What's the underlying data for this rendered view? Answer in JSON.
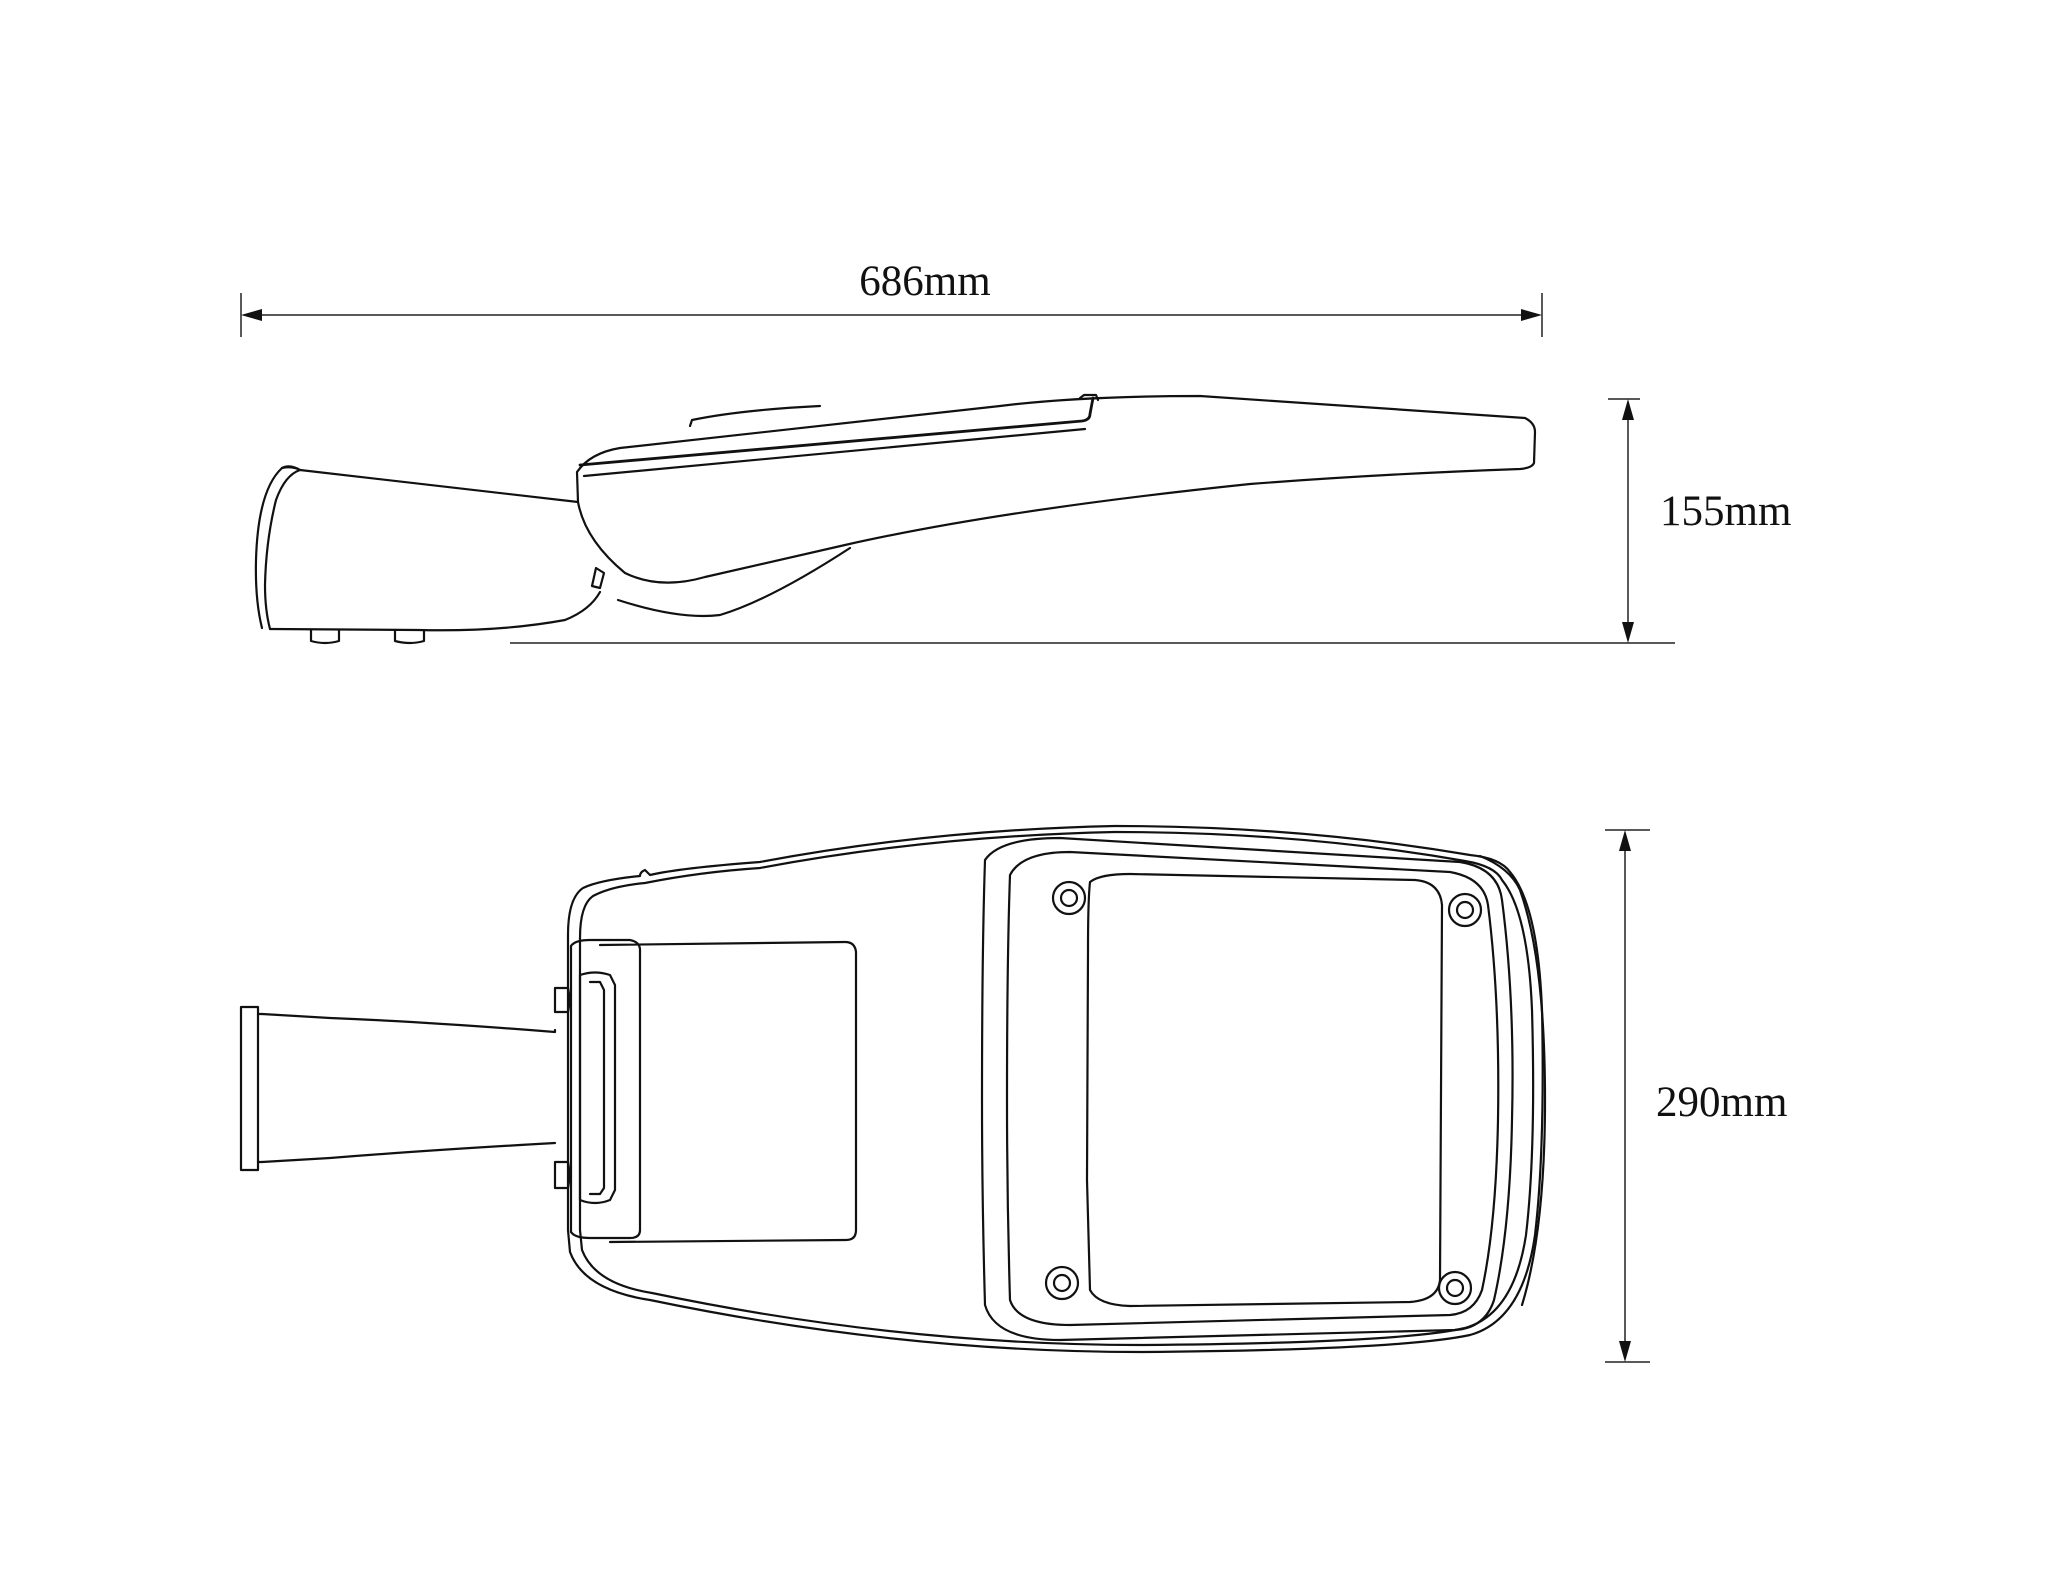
{
  "dimensions": {
    "length": "686mm",
    "height": "155mm",
    "width": "290mm"
  },
  "colors": {
    "line": "#111111",
    "background": "#ffffff"
  }
}
